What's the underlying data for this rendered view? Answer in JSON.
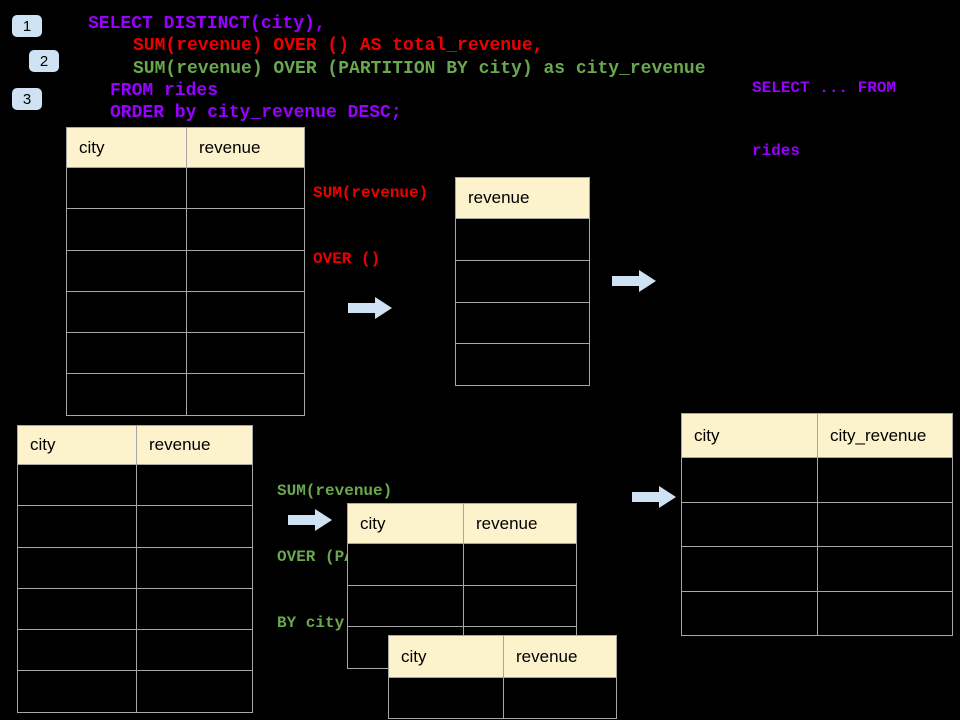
{
  "colors": {
    "background": "#000000",
    "purple": "#9900ff",
    "red": "#ee0000",
    "green": "#6aa84f",
    "table_header_fill": "#fcf2cc",
    "table_border": "#a6a6a6",
    "arrow_fill": "#cfe2f3",
    "badge_fill": "#cfe2f3"
  },
  "badges": [
    {
      "label": "1"
    },
    {
      "label": "2"
    },
    {
      "label": "3"
    }
  ],
  "code": {
    "lines": [
      {
        "text": "SELECT DISTINCT(city),",
        "color": "purple"
      },
      {
        "text": "SUM(revenue) OVER () AS total_revenue,",
        "color": "red"
      },
      {
        "text": "SUM(revenue) OVER (PARTITION BY city) as city_revenue",
        "color": "green"
      },
      {
        "text": "FROM rides",
        "color": "purple"
      },
      {
        "text": "ORDER by city_revenue DESC;",
        "color": "purple"
      }
    ]
  },
  "side_note": {
    "line1": "SELECT ... FROM",
    "line2": "rides"
  },
  "labels": {
    "total_revenue": {
      "line1": "SUM(revenue)",
      "line2": "OVER ()"
    },
    "partition": {
      "line1": "SUM(revenue)",
      "line2": "OVER (PARTITION",
      "line3": "BY city)"
    }
  },
  "tables": {
    "source_top": {
      "headers": [
        "city",
        "revenue"
      ],
      "rows": 6
    },
    "revenue_only": {
      "headers": [
        "revenue"
      ],
      "rows": 4
    },
    "source_bottom": {
      "headers": [
        "city",
        "revenue"
      ],
      "rows": 6
    },
    "partition_mid": {
      "headers": [
        "city",
        "revenue"
      ],
      "rows": 3
    },
    "partition_overlay": {
      "headers": [
        "city",
        "revenue"
      ],
      "rows": 1
    },
    "result_right": {
      "headers": [
        "city",
        "city_revenue"
      ],
      "rows": 4
    }
  }
}
